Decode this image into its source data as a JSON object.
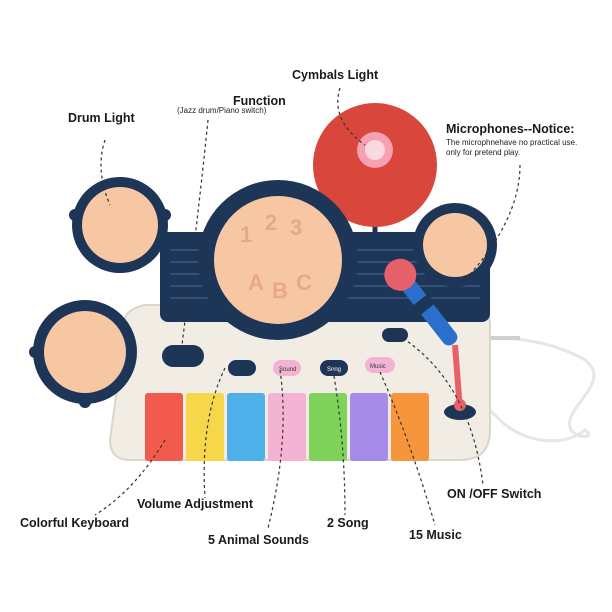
{
  "labels": {
    "function": "Function",
    "function_sub": "(Jazz drum/Piano switch)",
    "cymbals_light": "Cymbals Light",
    "drum_light": "Drum Light",
    "microphones_notice": "Microphones--Notice:",
    "microphones_sub_1": "The microphnehave no practical use.",
    "microphones_sub_2": "only for pretend play.",
    "volume_adjustment": "Volume Adjustment",
    "colorful_keyboard": "Colorful Keyboard",
    "animal_sounds": "5 Animal Sounds",
    "song": "2 Song",
    "music": "15 Music",
    "on_off": "ON /OFF Switch"
  },
  "buttons": {
    "sound": "Sound",
    "song": "Song",
    "music": "Music"
  },
  "keys": [
    {
      "color": "#f25a4e"
    },
    {
      "color": "#f7d74a"
    },
    {
      "color": "#4fb0ea"
    },
    {
      "color": "#f4b3d2"
    },
    {
      "color": "#7fd35a"
    },
    {
      "color": "#a78be8"
    },
    {
      "color": "#f6953c"
    }
  ],
  "colors": {
    "navy": "#1d3557",
    "drum_pad": "#f7c7a3",
    "body": "#f1ede4",
    "cymbal": "#d9473c",
    "mic": "#e8606a"
  }
}
